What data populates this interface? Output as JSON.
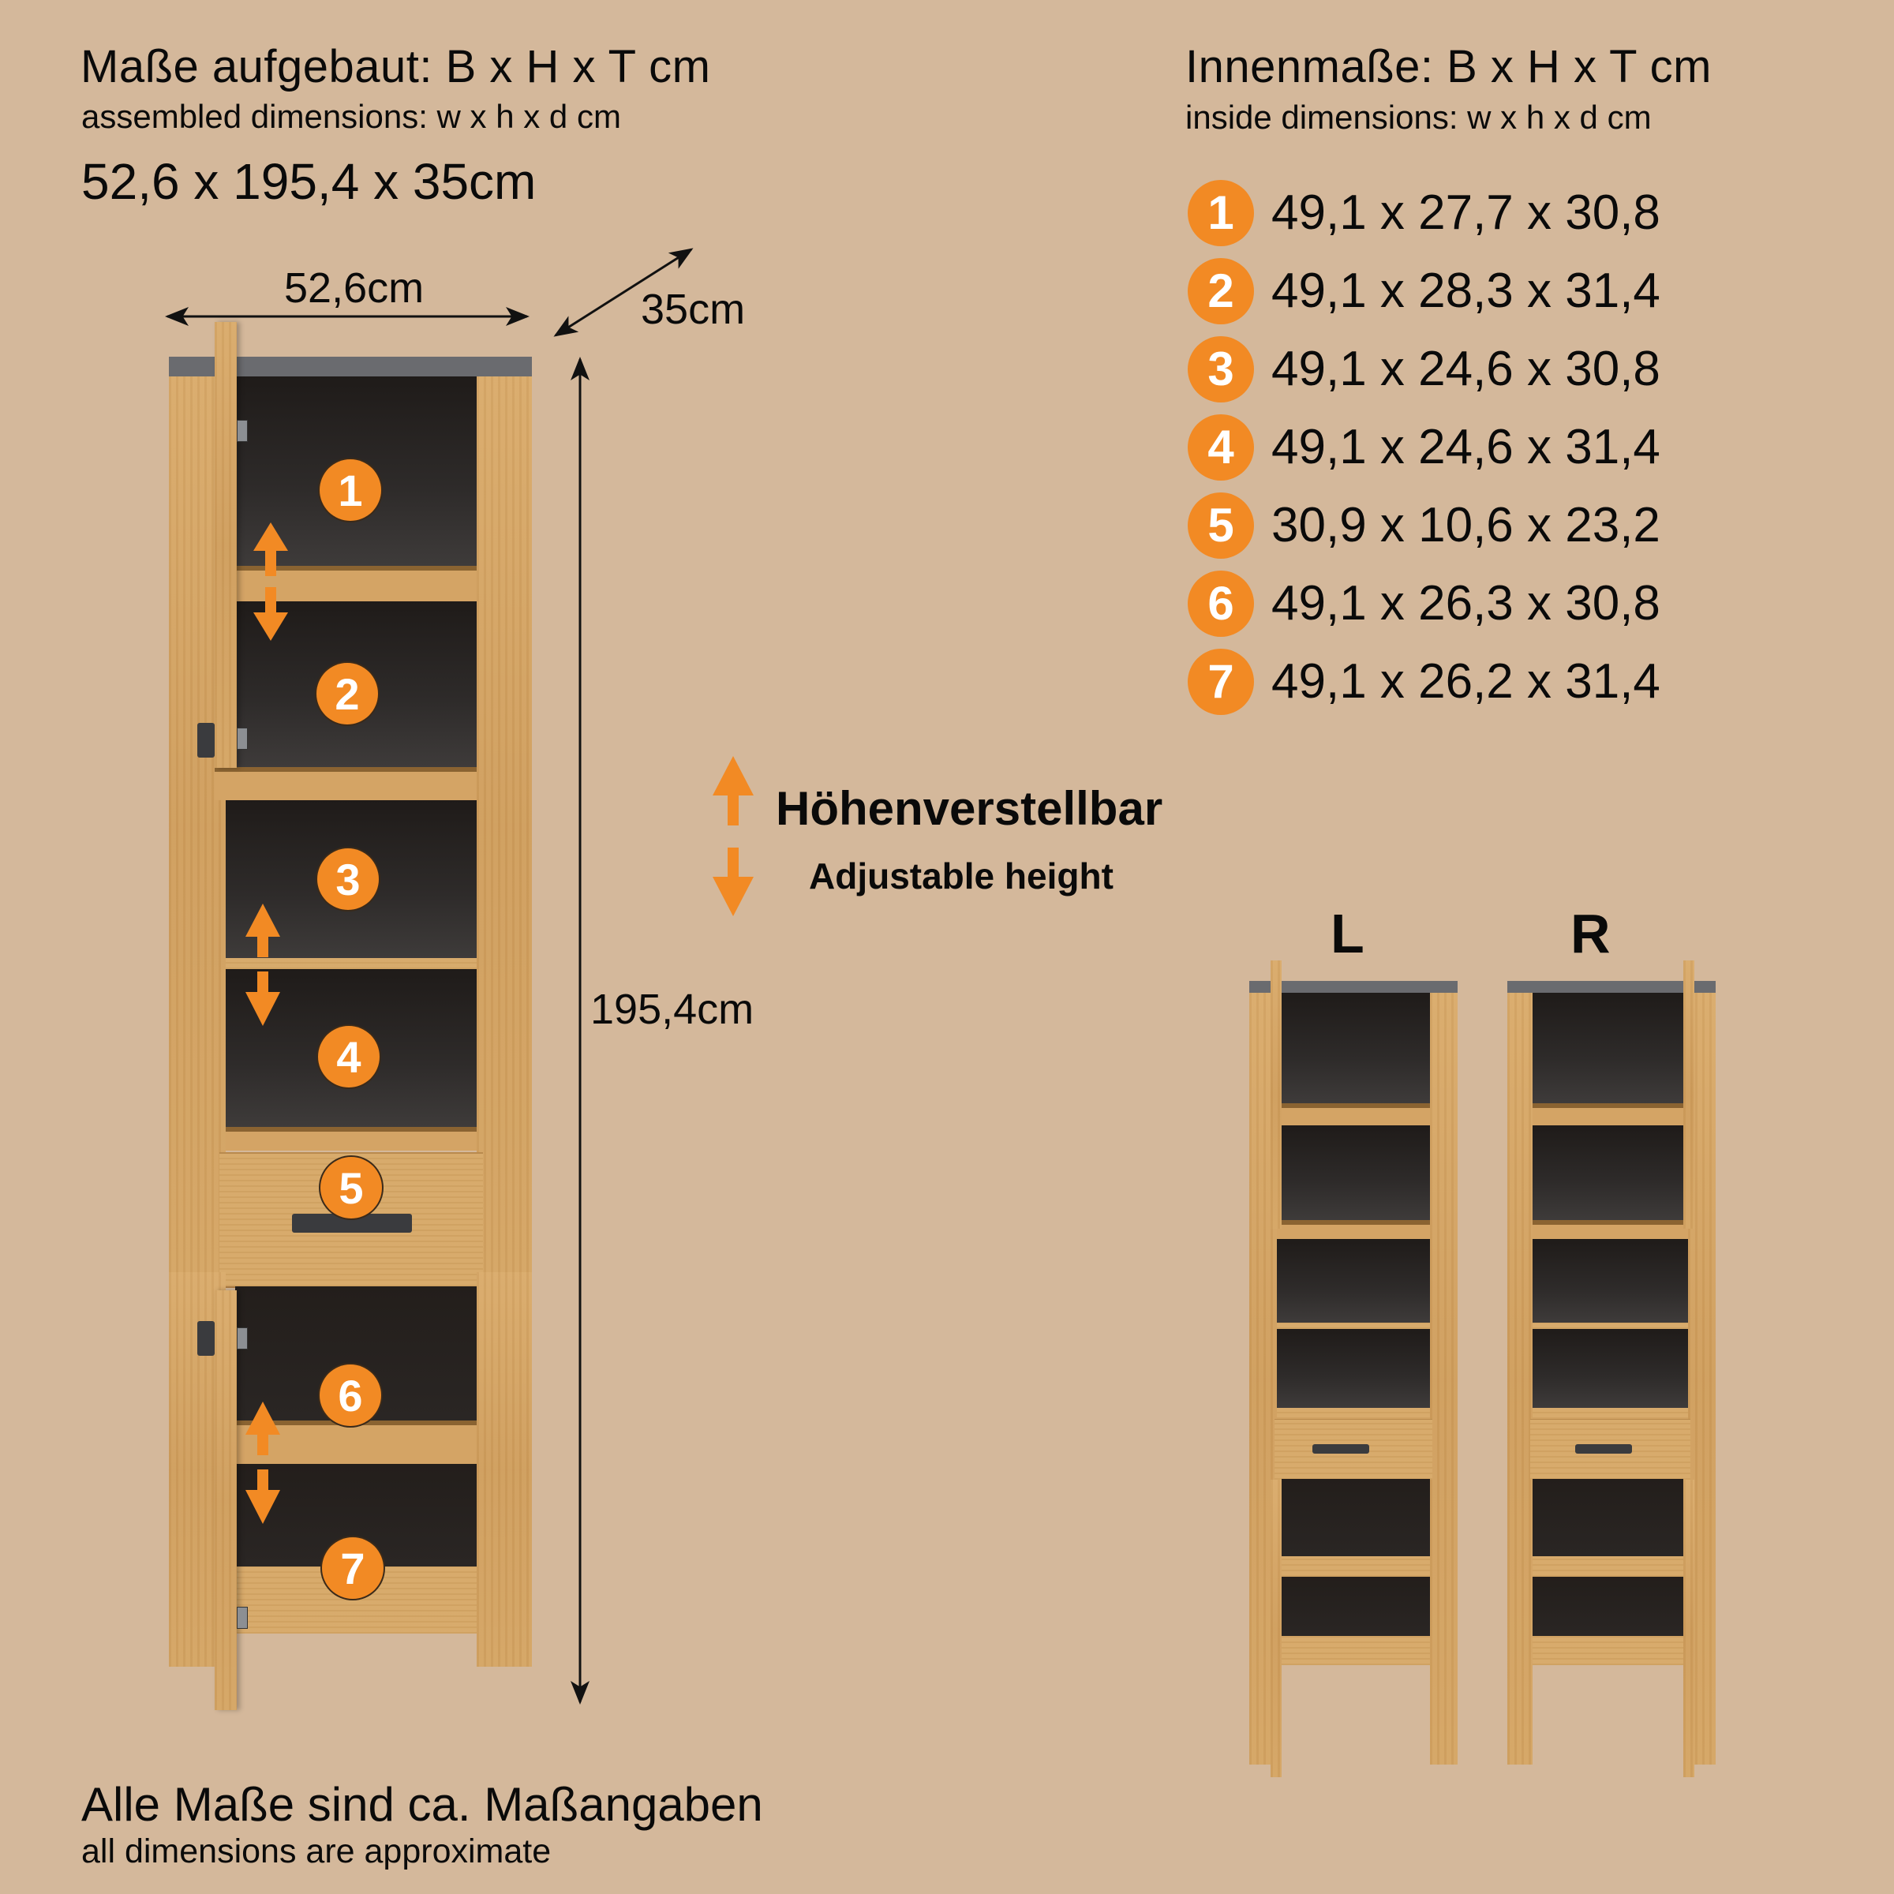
{
  "header_left": {
    "title_de": "Maße aufgebaut: B x H x T cm",
    "title_en": "assembled dimensions: w x h x d cm",
    "overall": "52,6 x 195,4 x 35cm"
  },
  "header_right": {
    "title_de": "Innenmaße: B x H x T cm",
    "title_en": "inside dimensions: w x h x d cm"
  },
  "inner_dimensions": [
    {
      "num": "1",
      "value": "49,1 x 27,7 x 30,8"
    },
    {
      "num": "2",
      "value": "49,1 x 28,3 x 31,4"
    },
    {
      "num": "3",
      "value": "49,1 x 24,6 x 30,8"
    },
    {
      "num": "4",
      "value": "49,1 x 24,6 x 31,4"
    },
    {
      "num": "5",
      "value": "30,9 x 10,6 x 23,2"
    },
    {
      "num": "6",
      "value": "49,1 x 26,3 x 30,8"
    },
    {
      "num": "7",
      "value": "49,1 x 26,2 x 31,4"
    }
  ],
  "dimension_lines": {
    "width": "52,6cm",
    "depth": "35cm",
    "height": "195,4cm"
  },
  "legend": {
    "adjustable_de": "Höhenverstellbar",
    "adjustable_en": "Adjustable height",
    "arrow_color": "#f28a24"
  },
  "variants": {
    "left": "L",
    "right": "R"
  },
  "footer": {
    "note_de": "Alle Maße sind ca. Maßangaben",
    "note_en": "all dimensions are approximate"
  },
  "colors": {
    "background": "#d4b89b",
    "badge": "#f28a24",
    "wood": "#d4a465",
    "top_panel": "#6a6b6f"
  }
}
